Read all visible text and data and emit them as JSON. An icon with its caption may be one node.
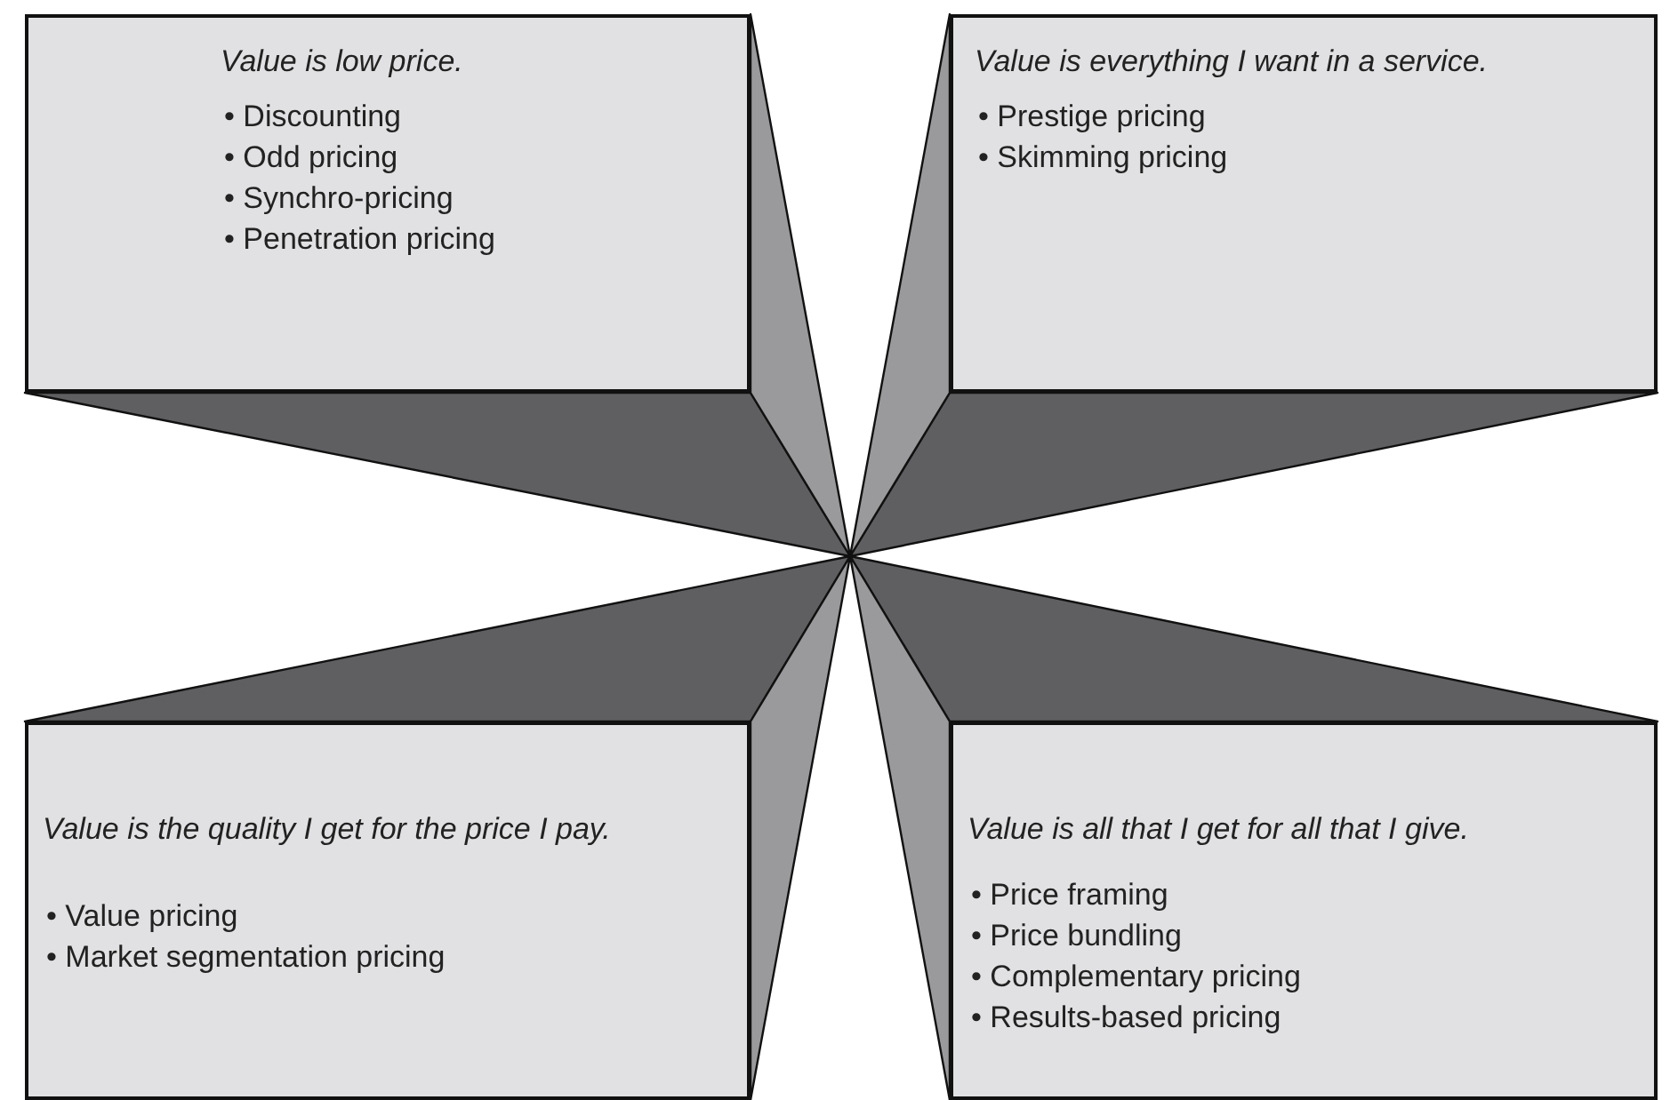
{
  "diagram": {
    "nodes": [
      {
        "text": [
          "Value is low price.",
          "• Discounting",
          "• Odd pricing",
          "• Synchro-pricing",
          "• Penetration pricing"
        ]
      },
      {
        "text": [
          "Value is everything I want in a service.",
          "• Prestige pricing",
          "• Skimming pricing"
        ]
      },
      {
        "text": [
          "Value is the quality I get for the price I pay.",
          "• Value pricing",
          "• Market segmentation pricing"
        ]
      },
      {
        "text": [
          "Value is all that I get for all that I give.",
          "• Price framing",
          "• Price bundling",
          "• Complementary pricing",
          "• Results-based pricing"
        ]
      }
    ]
  }
}
